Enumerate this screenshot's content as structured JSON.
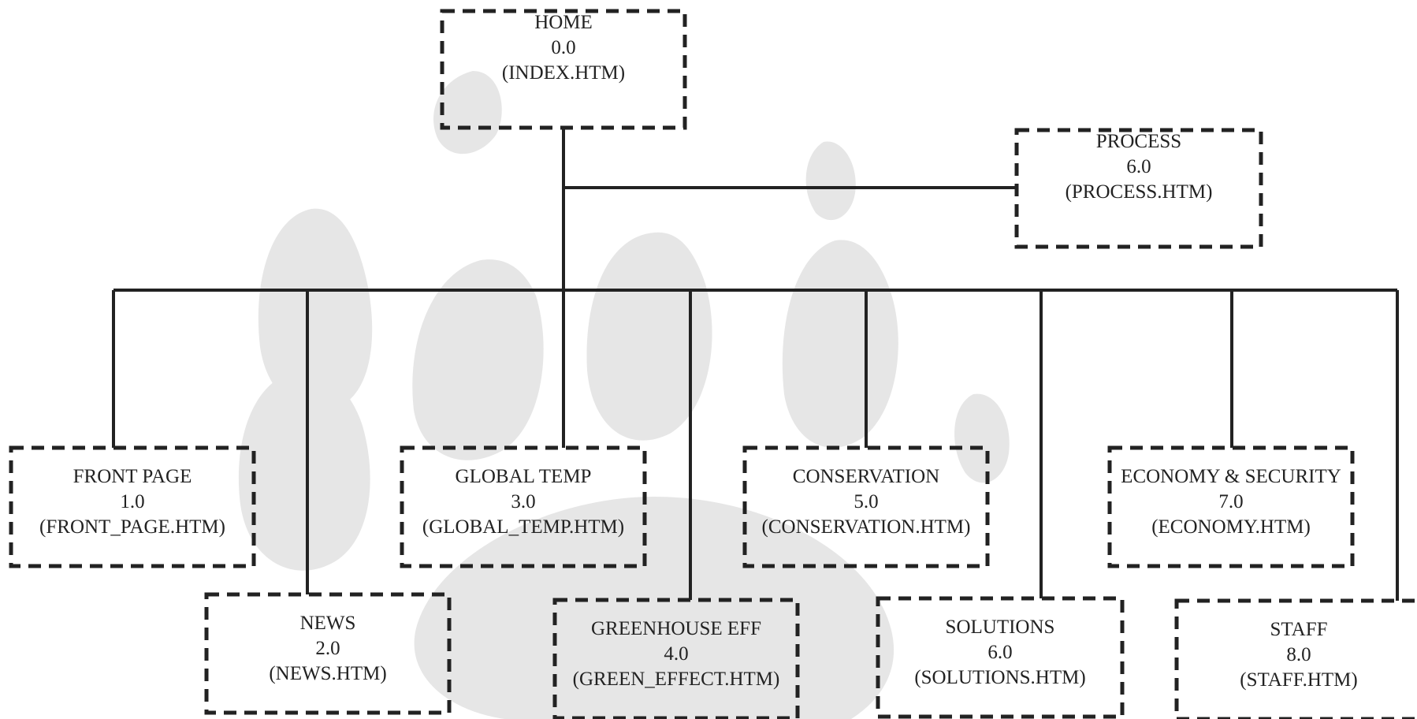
{
  "colors": {
    "line": "#222222",
    "watermark": "#e6e6e6",
    "background": "#ffffff"
  },
  "watermark": "paw-print",
  "nodes": [
    {
      "id": "home",
      "name": "HOME",
      "number": "0.0",
      "file": "(INDEX.HTM)"
    },
    {
      "id": "process",
      "name": "PROCESS",
      "number": "6.0",
      "file": "(PROCESS.HTM)"
    },
    {
      "id": "front-page",
      "name": "FRONT PAGE",
      "number": "1.0",
      "file": "(FRONT_PAGE.HTM)"
    },
    {
      "id": "news",
      "name": "NEWS",
      "number": "2.0",
      "file": "(NEWS.HTM)"
    },
    {
      "id": "global-temp",
      "name": "GLOBAL TEMP",
      "number": "3.0",
      "file": "(GLOBAL_TEMP.HTM)"
    },
    {
      "id": "greenhouse-eff",
      "name": "GREENHOUSE EFF",
      "number": "4.0",
      "file": "(GREEN_EFFECT.HTM)"
    },
    {
      "id": "conservation",
      "name": "CONSERVATION",
      "number": "5.0",
      "file": "(CONSERVATION.HTM)"
    },
    {
      "id": "solutions",
      "name": "SOLUTIONS",
      "number": "6.0",
      "file": "(SOLUTIONS.HTM)"
    },
    {
      "id": "economy-security",
      "name": "ECONOMY & SECURITY",
      "number": "7.0",
      "file": "(ECONOMY.HTM)"
    },
    {
      "id": "staff",
      "name": "STAFF",
      "number": "8.0",
      "file": "(STAFF.HTM)"
    }
  ],
  "edges": [
    {
      "from": "home",
      "to": "process"
    },
    {
      "from": "home",
      "to": "front-page"
    },
    {
      "from": "home",
      "to": "news"
    },
    {
      "from": "home",
      "to": "global-temp"
    },
    {
      "from": "home",
      "to": "greenhouse-eff"
    },
    {
      "from": "home",
      "to": "conservation"
    },
    {
      "from": "home",
      "to": "solutions"
    },
    {
      "from": "home",
      "to": "economy-security"
    },
    {
      "from": "home",
      "to": "staff"
    }
  ]
}
